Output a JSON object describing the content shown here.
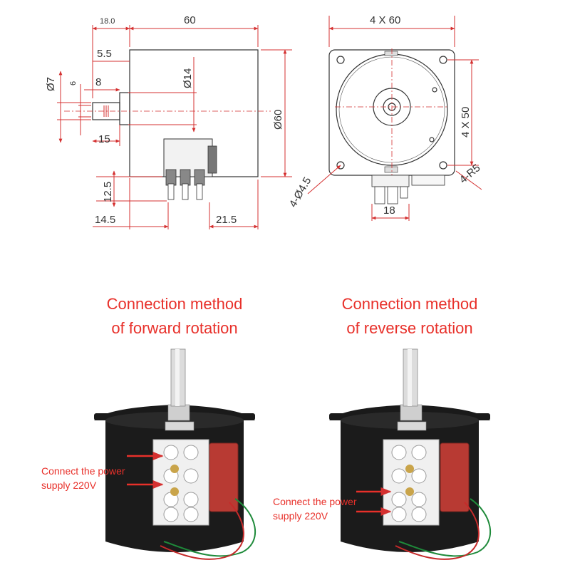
{
  "colors": {
    "dimension": "#d43030",
    "caption": "#e8302a",
    "outline": "#333333",
    "motor_body": "#1a1a1a"
  },
  "side_view": {
    "dims": {
      "shaft_length": "18.0",
      "body_length": "60",
      "flat_offset": "5.5",
      "shaft_diameter": "Ø7",
      "flat_width": "6",
      "flat_length": "8",
      "boss_diameter": "Ø14",
      "body_diameter": "Ø60",
      "shaft_exposed": "15",
      "terminal_height": "12.5",
      "terminal_offset": "14.5",
      "terminal_spacing": "21.5"
    }
  },
  "front_view": {
    "dims": {
      "flange_width": "4 X 60",
      "hole_pitch": "4 X 50",
      "mount_holes": "4-Ø4.5",
      "corner_radius": "4-R5",
      "terminal_width": "18"
    }
  },
  "photos": [
    {
      "title_line1": "Connection method",
      "title_line2": "of forward rotation",
      "note_line1": "Connect the power",
      "note_line2": "supply 220V"
    },
    {
      "title_line1": "Connection method",
      "title_line2": "of reverse rotation",
      "note_line1": "Connect the power",
      "note_line2": "supply 220V"
    }
  ]
}
